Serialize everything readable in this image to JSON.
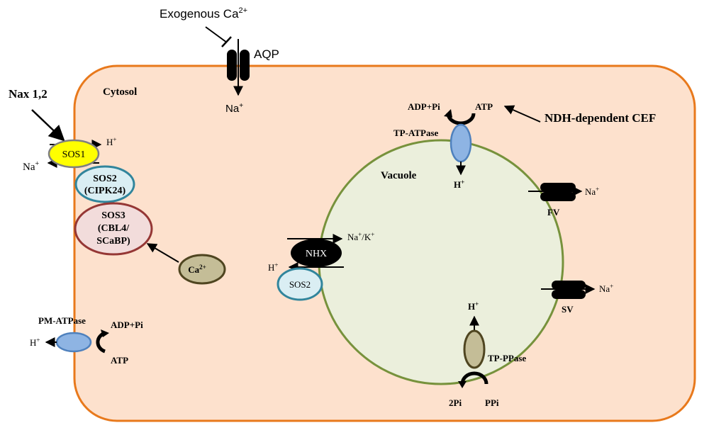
{
  "labels": {
    "exogenous": "Exogenous Ca",
    "exogenous_sup": "2+",
    "aqp": "AQP",
    "na_out_aqp": "Na",
    "plus": "+",
    "cytosol": "Cytosol",
    "nax": "Nax 1,2",
    "h_sos1": "H",
    "na_sos1": "Na",
    "vacuole": "Vacuole",
    "adp_pi_tp": "ADP+Pi",
    "atp_tp": "ATP",
    "ndh": "NDH-dependent CEF",
    "tp_atpase": "TP-ATPase",
    "h_tp": "H",
    "na_fv": "Na",
    "fv": "FV",
    "na_k": "Na",
    "slash_k": "/K",
    "h_nhx": "H",
    "na_sv": "Na",
    "sv": "SV",
    "h_ppase": "H",
    "tp_ppase": "TP-PPase",
    "two_pi": "2Pi",
    "ppi": "PPi",
    "pm_atpase": "PM-ATPase",
    "adp_pi_pm": "ADP+Pi",
    "atp_pm": "ATP",
    "h_pm": "H"
  },
  "nodes": {
    "sos1": "SOS1",
    "sos2_line1": "SOS2",
    "sos2_line2": "(CIPK24)",
    "sos3_line1": "SOS3",
    "sos3_line2": "(CBL4/",
    "sos3_line3": "SCaBP)",
    "ca": "Ca",
    "ca_sup": "2+",
    "nhx": "NHX",
    "sos2_vac": "SOS2"
  },
  "colors": {
    "cell_fill": "#fde1cd",
    "cell_border": "#e8791c",
    "vacuole_fill": "#ebefdc",
    "vacuole_border": "#77923c",
    "sos1_fill": "#ffff00",
    "sos2_fill": "#daeef3",
    "sos2_border": "#31859c",
    "sos3_fill": "#f2dcdb",
    "sos3_border": "#953735",
    "ca_fill": "#c4bd97",
    "ca_border": "#4f4520",
    "atpase_fill": "#8eb4e3",
    "atpase_border": "#4f81bd",
    "ppase_fill": "#c4bd97",
    "black": "#000000"
  }
}
